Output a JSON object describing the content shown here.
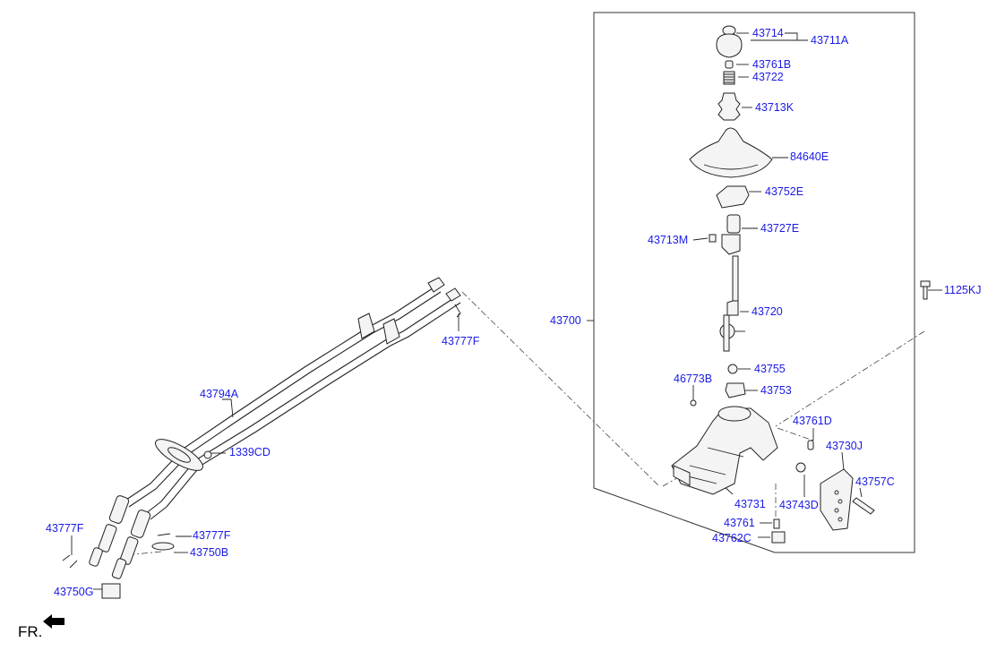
{
  "labels": {
    "p43714": "43714",
    "p43711A": "43711A",
    "p43761B": "43761B",
    "p43722": "43722",
    "p43713K": "43713K",
    "p84640E": "84640E",
    "p43752E": "43752E",
    "p43727E": "43727E",
    "p43713M": "43713M",
    "p1125KJ": "1125KJ",
    "p43720": "43720",
    "p43700": "43700",
    "p43755": "43755",
    "p46773B": "46773B",
    "p43753": "43753",
    "p43761D": "43761D",
    "p43730J": "43730J",
    "p43757C": "43757C",
    "p43731": "43731",
    "p43743D": "43743D",
    "p43761": "43761",
    "p43762C": "43762C",
    "p43777F_top": "43777F",
    "p43794A": "43794A",
    "p1339CD": "1339CD",
    "p43777F_left": "43777F",
    "p43777F_mid": "43777F",
    "p43750B": "43750B",
    "p43750G": "43750G"
  },
  "orientation_marker": "FR.",
  "colors": {
    "label": "#1a1ae6",
    "line": "#222222"
  }
}
